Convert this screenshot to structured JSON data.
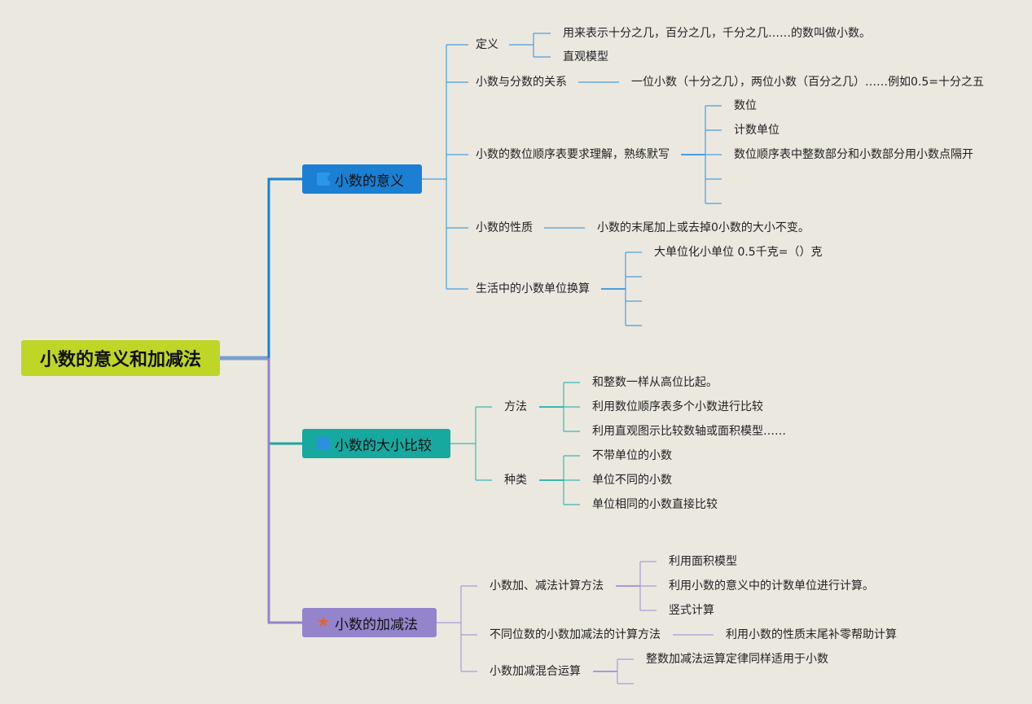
{
  "root": {
    "title": "小数的意义和加减法"
  },
  "topics": {
    "meaning": {
      "label": "小数的意义",
      "icon": "flag-icon",
      "color": "#1b7fd3",
      "definition": {
        "label": "定义",
        "children": [
          "用来表示十分之几，百分之几，千分之几……的数叫做小数。",
          "直观模型"
        ]
      },
      "relation": {
        "label": "小数与分数的关系",
        "child": "一位小数（十分之几），两位小数（百分之几）……例如0.5=十分之五"
      },
      "place_table": {
        "label": "小数的数位顺序表要求理解，熟练默写",
        "children": [
          "数位",
          "计数单位",
          "数位顺序表中整数部分和小数部分用小数点隔开",
          "",
          ""
        ]
      },
      "property": {
        "label": "小数的性质",
        "child": "小数的末尾加上或去掉0小数的大小不变。"
      },
      "units": {
        "label": "生活中的小数单位换算",
        "children": [
          "大单位化小单位 0.5千克=（）克",
          "",
          "",
          ""
        ]
      }
    },
    "compare": {
      "label": "小数的大小比较",
      "icon": "square-icon",
      "color": "#17a8a0",
      "method": {
        "label": "方法",
        "children": [
          "和整数一样从高位比起。",
          "利用数位顺序表多个小数进行比较",
          "利用直观图示比较数轴或面积模型……"
        ]
      },
      "kinds": {
        "label": "种类",
        "children": [
          "不带单位的小数",
          "单位不同的小数",
          "单位相同的小数直接比较"
        ]
      }
    },
    "addsub": {
      "label": "小数的加减法",
      "icon": "star-icon",
      "color": "#9384cc",
      "calc_method": {
        "label": "小数加、减法计算方法",
        "children": [
          "利用面积模型",
          "利用小数的意义中的计数单位进行计算。",
          "竖式计算"
        ]
      },
      "diff_digits": {
        "label": "不同位数的小数加减法的计算方法",
        "child": "利用小数的性质末尾补零帮助计算"
      },
      "mixed": {
        "label": "小数加减混合运算",
        "children": [
          "整数加减法运算定律同样适用于小数",
          ""
        ]
      }
    }
  }
}
